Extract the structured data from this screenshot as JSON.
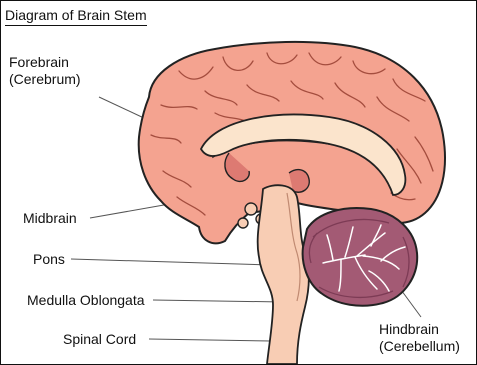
{
  "title": "Diagram of Brain Stem",
  "labels": {
    "forebrain": {
      "line1": "Forebrain",
      "line2": "(Cerebrum)"
    },
    "midbrain": "Midbrain",
    "pons": "Pons",
    "medulla": "Medulla Oblongata",
    "spinal_cord": "Spinal Cord",
    "hindbrain": {
      "line1": "Hindbrain",
      "line2": "(Cerebellum)"
    }
  },
  "colors": {
    "cerebrum": "#f4a390",
    "cerebrum_dark": "#e48672",
    "corpus": "#fbe4cc",
    "stem": "#f8cdb4",
    "cerebellum": "#a35a74",
    "cerebellum_dark": "#7d3b55",
    "outline": "#222222"
  }
}
